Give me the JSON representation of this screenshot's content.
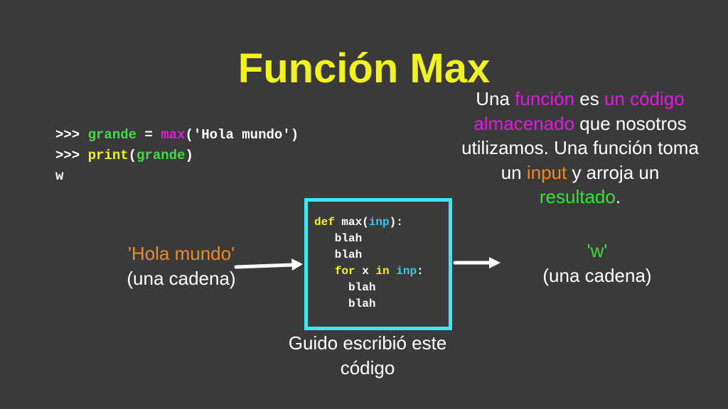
{
  "title": "Función Max",
  "repl": {
    "line1": {
      "prompt": ">>> ",
      "var": "grande",
      "op": " = ",
      "func": "max",
      "arg": "('Hola mundo')"
    },
    "line2": {
      "prompt": ">>> ",
      "func": "print",
      "open": "(",
      "var": "grande",
      "close": ")"
    },
    "line3": {
      "output": "w"
    }
  },
  "description": {
    "p1": "Una ",
    "p2": "función",
    "p3": " es ",
    "p4": "un código almacenado",
    "p5": " que nosotros utilizamos. Una función toma un ",
    "p6": "input",
    "p7": " y arroja un ",
    "p8": "resultado",
    "p9": "."
  },
  "input": {
    "value": "'Hola mundo'",
    "type": "(una cadena)"
  },
  "output": {
    "value": "'w'",
    "type": "(una cadena)"
  },
  "function_code": {
    "l1_kw": "def",
    "l1_name": " max(",
    "l1_param": "inp",
    "l1_end": "):",
    "l2": "   blah",
    "l3": "   blah",
    "l4_indent": "   ",
    "l4_kw1": "for",
    "l4_var": " x ",
    "l4_kw2": "in",
    "l4_sp": " ",
    "l4_iter": "inp",
    "l4_end": ":",
    "l5": "     blah",
    "l6": "     blah"
  },
  "caption": "Guido escribió este código",
  "colors": {
    "title": "#f2f21f",
    "background": "#3a3a3a",
    "box_border": "#3ee8f0",
    "pink": "#e01ae0",
    "orange": "#f08a1c",
    "green": "#3fdc3f"
  }
}
